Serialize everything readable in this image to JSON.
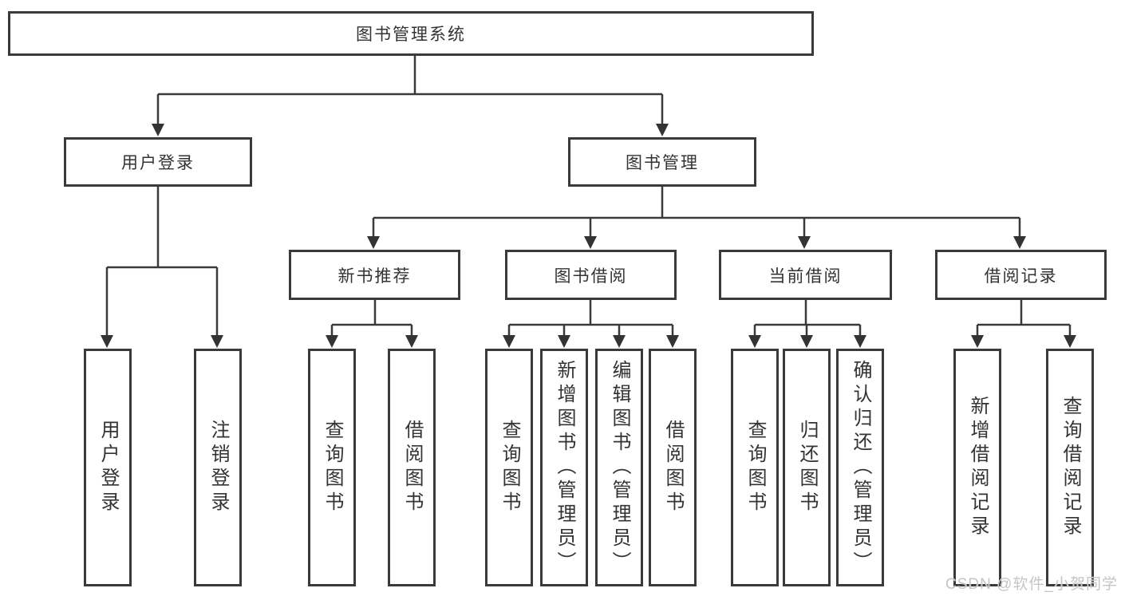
{
  "diagram": {
    "title": "图书管理系统",
    "root": {
      "label": "图书管理系统"
    },
    "level1": [
      {
        "id": "user-login",
        "label": "用户登录"
      },
      {
        "id": "book-management",
        "label": "图书管理"
      }
    ],
    "level2": [
      {
        "id": "new-book-recommend",
        "label": "新书推荐",
        "parent": "book-management"
      },
      {
        "id": "book-borrow",
        "label": "图书借阅",
        "parent": "book-management"
      },
      {
        "id": "current-borrow",
        "label": "当前借阅",
        "parent": "book-management"
      },
      {
        "id": "borrow-records",
        "label": "借阅记录",
        "parent": "book-management"
      }
    ],
    "leaves": [
      {
        "label": "用户登录",
        "parent": "user-login"
      },
      {
        "label": "注销登录",
        "parent": "user-login"
      },
      {
        "label": "查询图书",
        "parent": "new-book-recommend"
      },
      {
        "label": "借阅图书",
        "parent": "new-book-recommend"
      },
      {
        "label": "查询图书",
        "parent": "book-borrow"
      },
      {
        "label": "新增图书（管理员）",
        "parent": "book-borrow"
      },
      {
        "label": "编辑图书（管理员）",
        "parent": "book-borrow"
      },
      {
        "label": "借阅图书",
        "parent": "book-borrow"
      },
      {
        "label": "查询图书",
        "parent": "current-borrow"
      },
      {
        "label": "归还图书",
        "parent": "current-borrow"
      },
      {
        "label": "确认归还（管理员）",
        "parent": "current-borrow"
      },
      {
        "label": "新增借阅记录",
        "parent": "borrow-records"
      },
      {
        "label": "查询借阅记录",
        "parent": "borrow-records"
      }
    ]
  },
  "watermark": {
    "text": "CSDN @软件_小贺同学"
  },
  "colors": {
    "line": "#3a3a3a",
    "text": "#333333",
    "background": "#ffffff",
    "watermark": "#c5c5c5"
  }
}
